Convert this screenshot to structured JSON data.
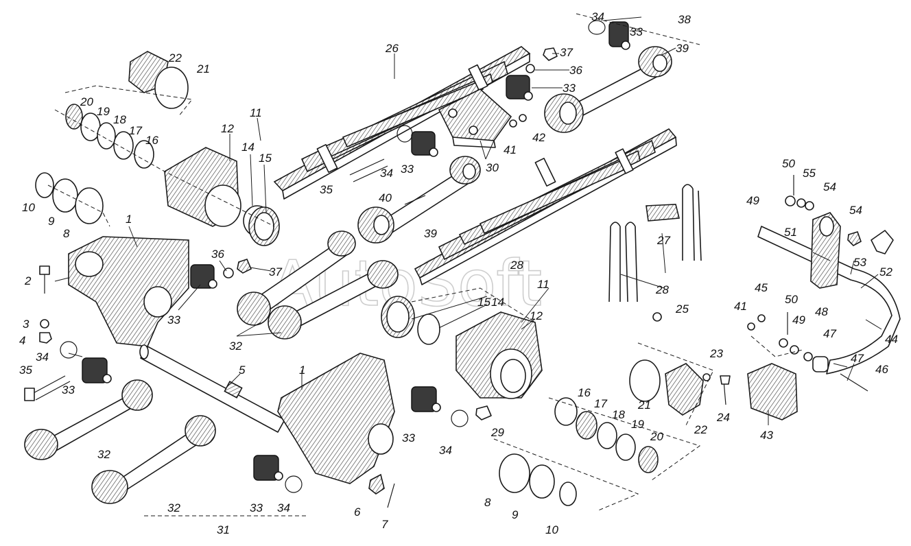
{
  "watermark": "AutoSoft",
  "callouts": {
    "n1a": "1",
    "n1b": "1",
    "n2": "2",
    "n3": "3",
    "n4": "4",
    "n5": "5",
    "n6": "6",
    "n7": "7",
    "n8a": "8",
    "n8b": "8",
    "n9a": "9",
    "n9b": "9",
    "n10a": "10",
    "n10b": "10",
    "n11a": "11",
    "n11b": "11",
    "n12a": "12",
    "n12b": "12",
    "n14a": "14",
    "n14b": "14",
    "n15a": "15",
    "n15b": "15",
    "n16a": "16",
    "n16b": "16",
    "n17a": "17",
    "n17b": "17",
    "n18a": "18",
    "n18b": "18",
    "n19a": "19",
    "n19b": "19",
    "n20a": "20",
    "n20b": "20",
    "n21a": "21",
    "n21b": "21",
    "n22a": "22",
    "n22b": "22",
    "n23": "23",
    "n24": "24",
    "n25": "25",
    "n26": "26",
    "n27": "27",
    "n28a": "28",
    "n28b": "28",
    "n29": "29",
    "n30": "30",
    "n31": "31",
    "n32a": "32",
    "n32b": "32",
    "n32c": "32",
    "n33a": "33",
    "n33b": "33",
    "n33c": "33",
    "n33d": "33",
    "n33e": "33",
    "n33f": "33",
    "n33g": "33",
    "n34a": "34",
    "n34b": "34",
    "n34c": "34",
    "n34d": "34",
    "n34e": "34",
    "n35a": "35",
    "n35b": "35",
    "n36a": "36",
    "n36b": "36",
    "n37a": "37",
    "n37b": "37",
    "n38": "38",
    "n39a": "39",
    "n39b": "39",
    "n40": "40",
    "n41a": "41",
    "n41b": "41",
    "n42": "42",
    "n43": "43",
    "n44": "44",
    "n45": "45",
    "n46": "46",
    "n47a": "47",
    "n47b": "47",
    "n48": "48",
    "n49a": "49",
    "n49b": "49",
    "n50a": "50",
    "n50b": "50",
    "n51": "51",
    "n52": "52",
    "n53": "53",
    "n54a": "54",
    "n54b": "54",
    "n55": "55"
  },
  "colors": {
    "ink": "#1a1a1a",
    "paper": "#ffffff",
    "watermark": "#bdbdbd"
  }
}
